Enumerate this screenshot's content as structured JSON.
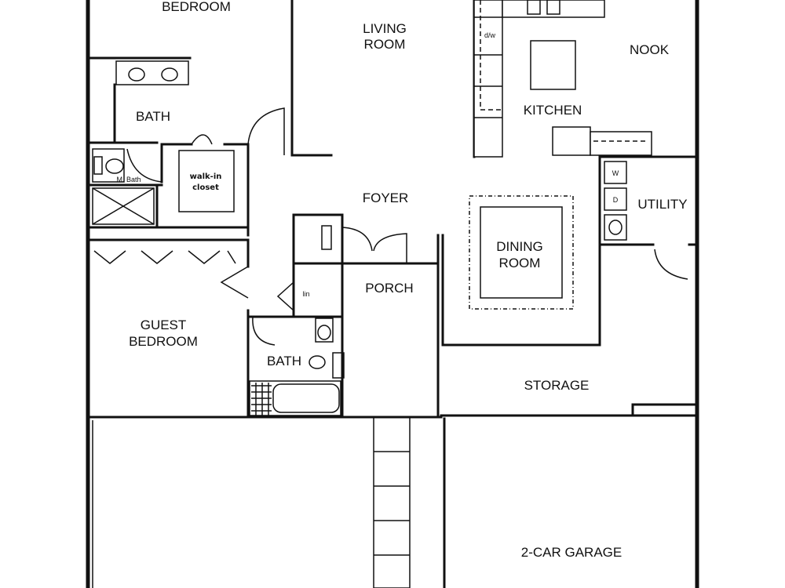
{
  "rooms": {
    "bedroom": "BEDROOM",
    "living_room_1": "LIVING",
    "living_room_2": "ROOM",
    "nook": "NOOK",
    "bath_master": "BATH",
    "kitchen": "KITCHEN",
    "foyer": "FOYER",
    "utility": "UTILITY",
    "dining_1": "DINING",
    "dining_2": "ROOM",
    "porch": "PORCH",
    "guest_1": "GUEST",
    "guest_2": "BEDROOM",
    "bath_guest": "BATH",
    "storage": "STORAGE",
    "garage": "2-CAR GARAGE"
  },
  "fixtures": {
    "walkin_1": "walk-in",
    "walkin_2": "closet",
    "washer": "W",
    "dryer": "D",
    "dishwasher": "d/w",
    "m_bath": "M. Bath",
    "linen": "lin"
  }
}
